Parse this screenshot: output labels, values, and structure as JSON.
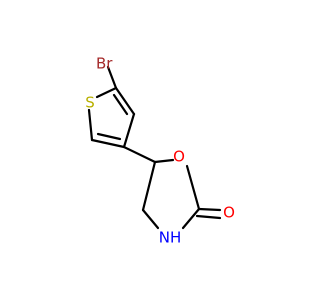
{
  "structure": {
    "atoms": {
      "br": {
        "label": "Br",
        "color": "#a52a2a"
      },
      "s": {
        "label": "S",
        "color": "#b8b000"
      },
      "o_ring": {
        "label": "O",
        "color": "#ff0000"
      },
      "o_carbonyl": {
        "label": "O",
        "color": "#ff0000"
      },
      "nh": {
        "label": "NH",
        "color": "#0000ff"
      }
    },
    "bond_color": "#000000",
    "background": "#ffffff"
  }
}
